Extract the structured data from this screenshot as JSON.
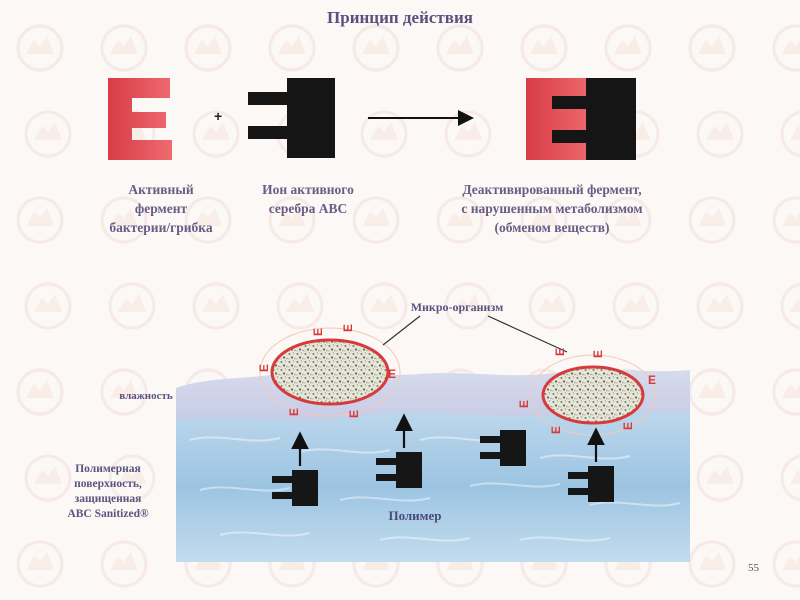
{
  "title": "Принцип действия",
  "symbols": {
    "enzyme_letter": "E",
    "plus": "+"
  },
  "captions": {
    "active_enzyme": [
      "Активный",
      "фермент",
      "бактерии/грибка"
    ],
    "silver_ion": [
      "Ион активного",
      "серебра ABC"
    ],
    "deactivated": [
      "Деактивированный фермент,",
      "с нарушенным метаболизмом",
      "(обменом веществ)"
    ]
  },
  "labels": {
    "microorganism": "Микро-организм",
    "moisture": "влажность",
    "protected_surface": [
      "Полимерная",
      "поверхность,",
      "защищенная",
      "ABC Sanitized®"
    ],
    "polymer": "Полимер"
  },
  "page_number": "55",
  "colors": {
    "enzyme_red": "#e0444c",
    "ion_black": "#161616",
    "title_purple": "#5d4f7e",
    "water_blue": "#9fc7e4",
    "microbe_outline": "#d63a3a"
  },
  "icons": {
    "watermark": "Sanitized logo pattern"
  }
}
